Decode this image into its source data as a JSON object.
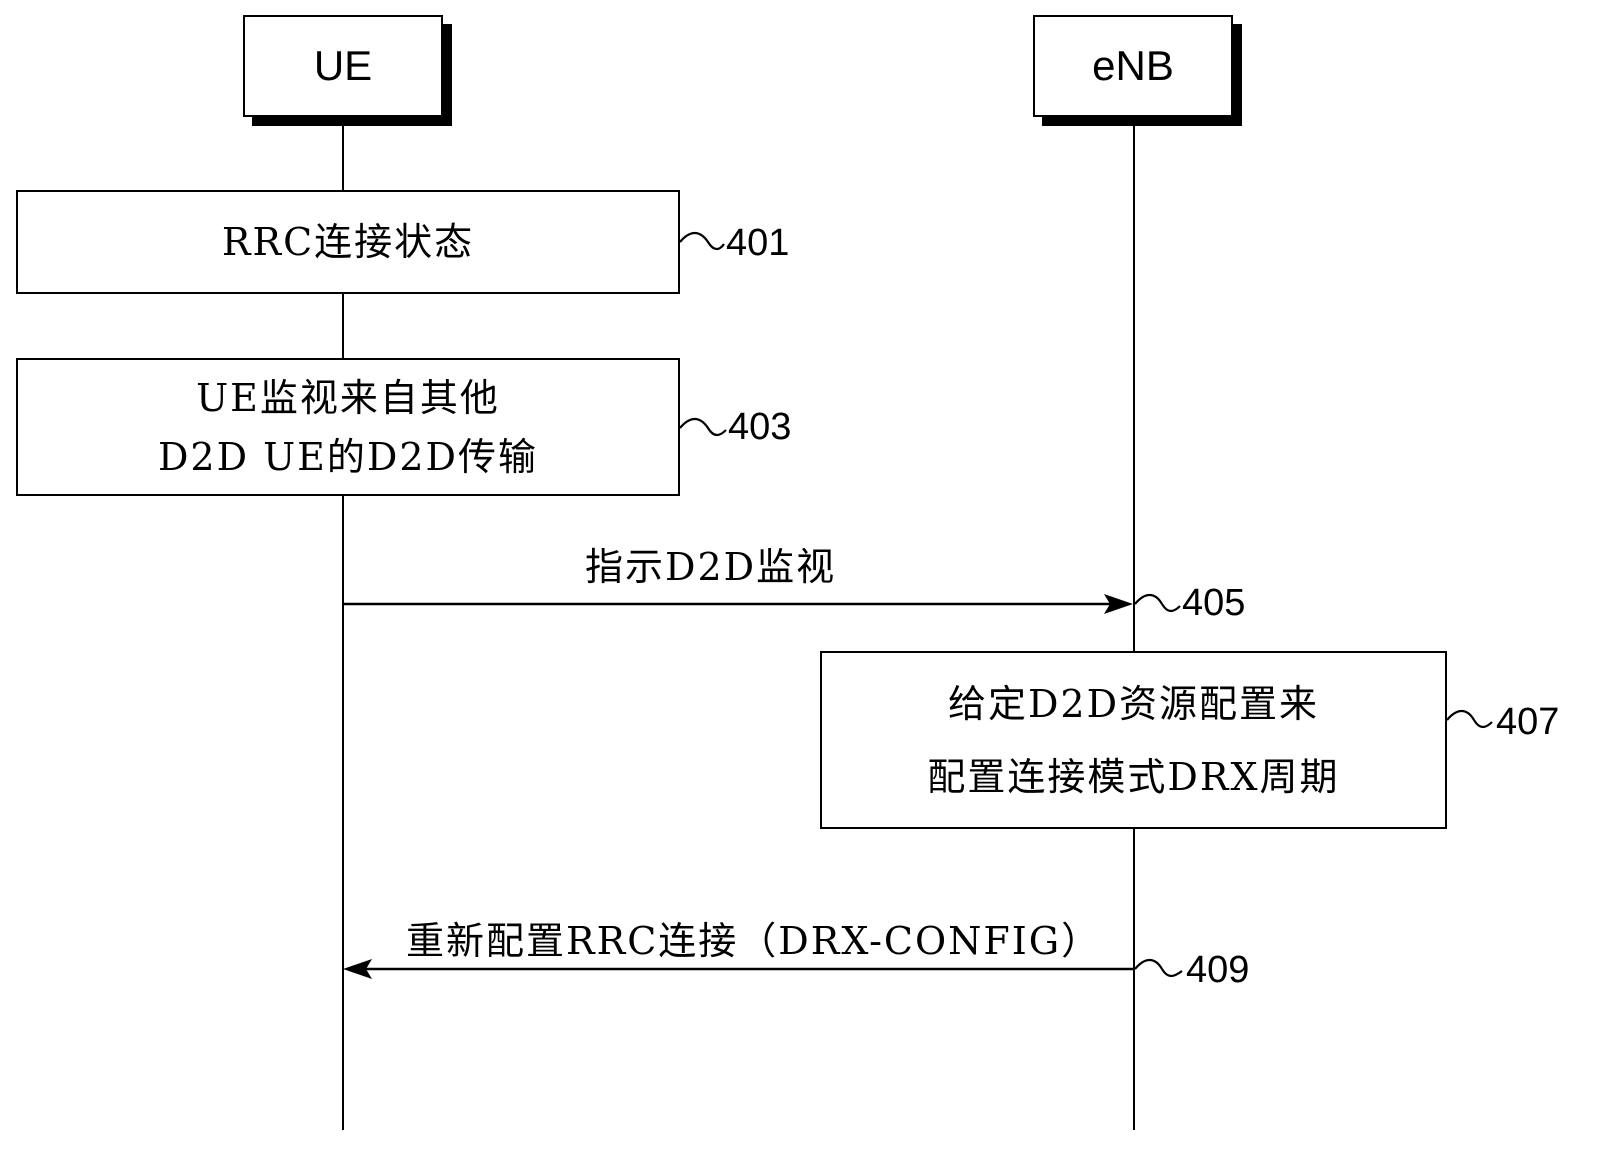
{
  "entities": {
    "ue": "UE",
    "enb": "eNB"
  },
  "steps": {
    "s401": {
      "lines": [
        "RRC连接状态"
      ],
      "ref": "401"
    },
    "s403": {
      "lines": [
        "UE监视来自其他",
        "D2D UE的D2D传输"
      ],
      "ref": "403"
    },
    "s407": {
      "lines": [
        "给定D2D资源配置来",
        "配置连接模式DRX周期"
      ],
      "ref": "407"
    }
  },
  "messages": {
    "m405": {
      "label": "指示D2D监视",
      "ref": "405",
      "direction": "UE->eNB"
    },
    "m409": {
      "label": "重新配置RRC连接（DRX-CONFIG）",
      "ref": "409",
      "direction": "eNB->UE"
    }
  }
}
